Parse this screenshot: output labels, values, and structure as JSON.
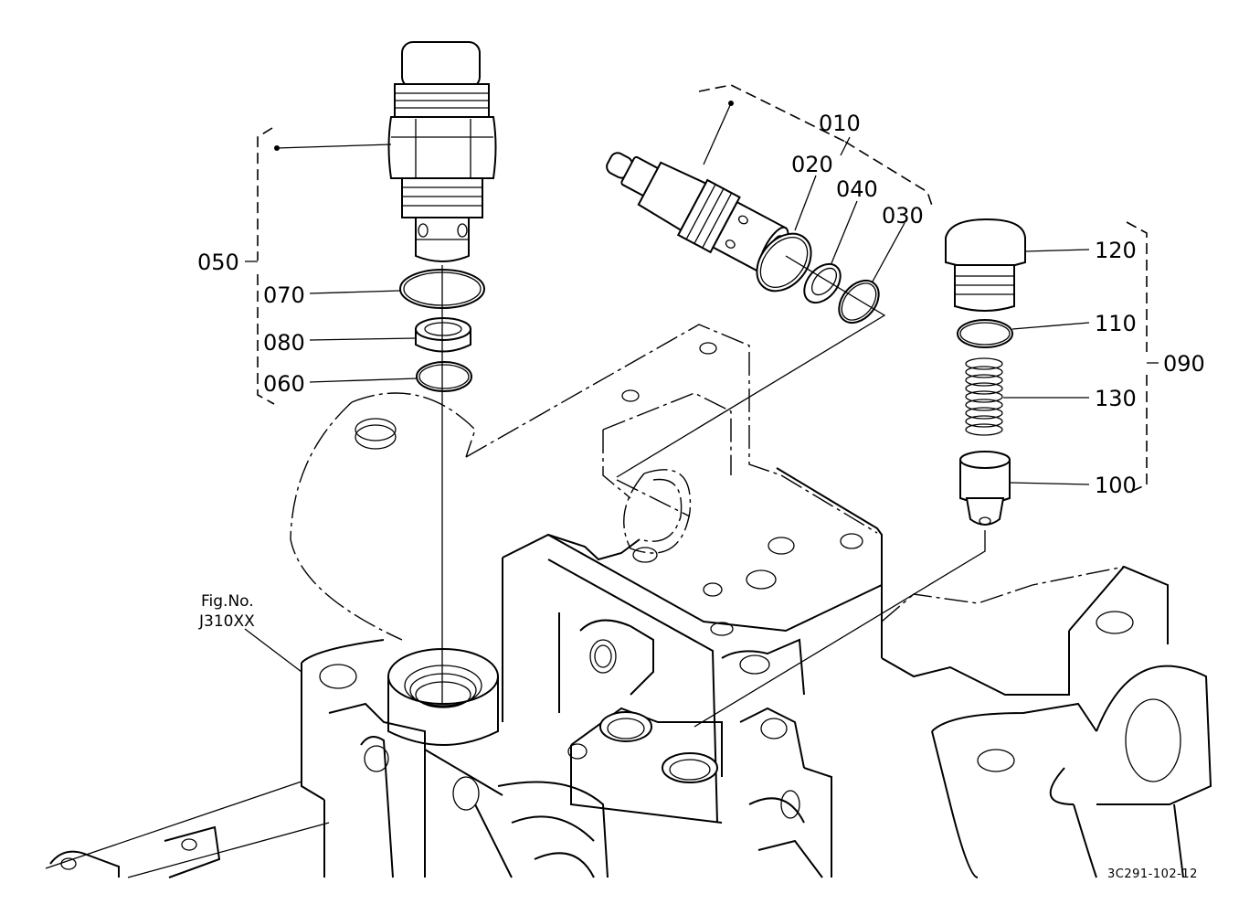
{
  "callouts": {
    "c010": "010",
    "c020": "020",
    "c040": "040",
    "c030": "030",
    "c050": "050",
    "c070": "070",
    "c080": "080",
    "c060": "060",
    "c120": "120",
    "c110": "110",
    "c090": "090",
    "c130": "130",
    "c100": "100"
  },
  "figure_reference": {
    "line1": "Fig.No.",
    "line2": "J310XX"
  },
  "drawing_code": "3C291-102-12"
}
